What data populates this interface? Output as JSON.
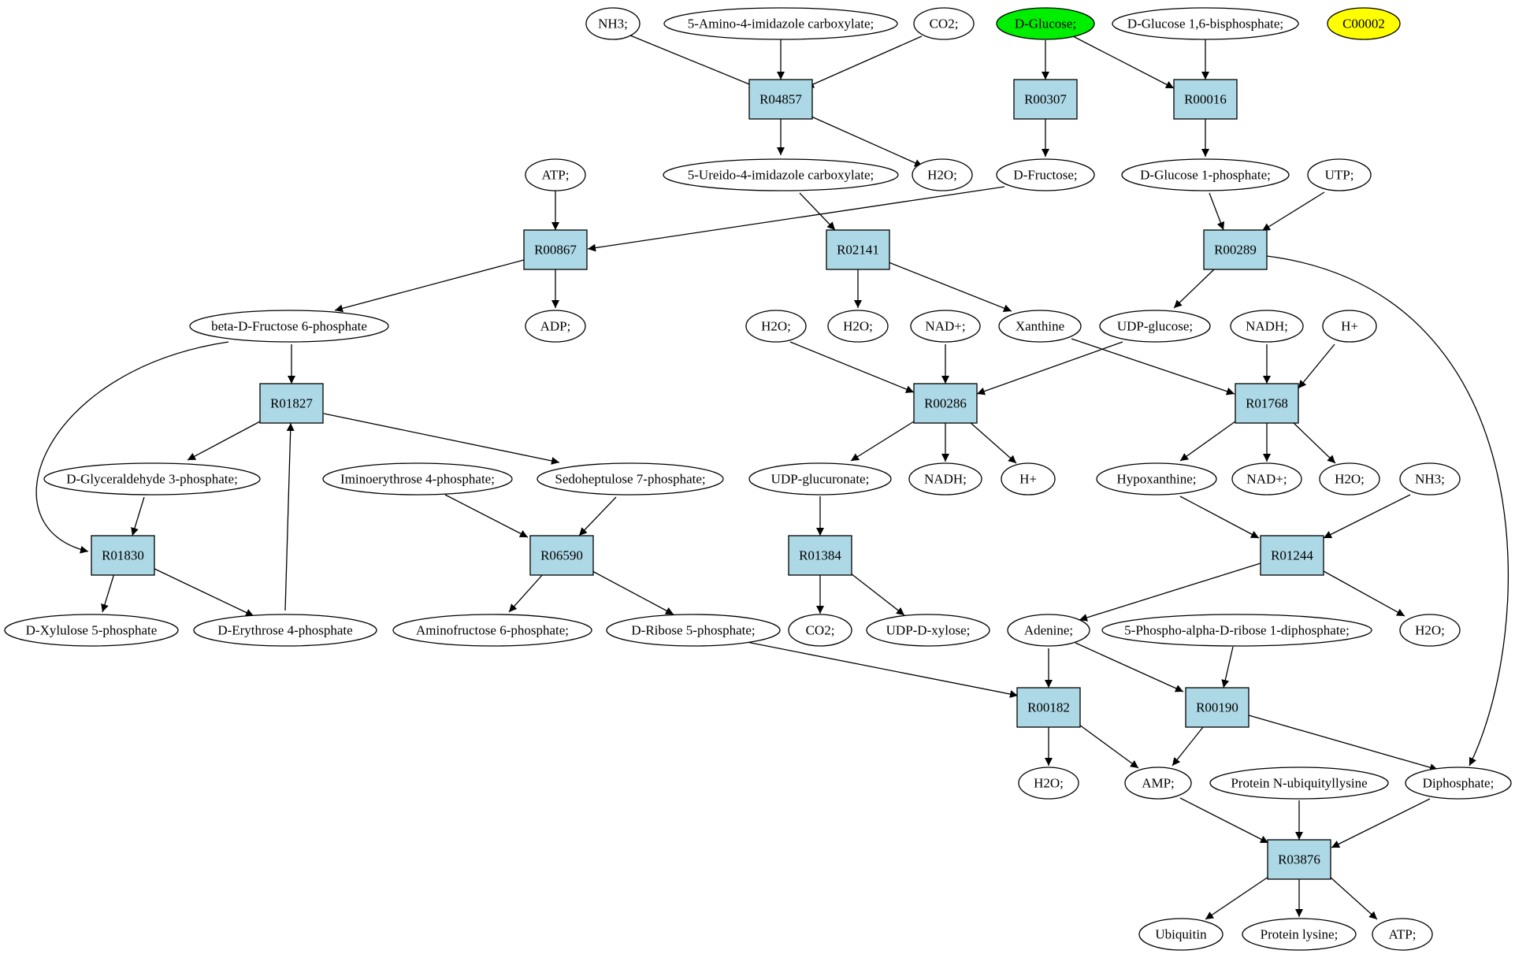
{
  "colors": {
    "compound_fill": "#ffffff",
    "reaction_fill": "#add8e6",
    "highlight_green": "#00ee00",
    "highlight_yellow": "#ffff00",
    "stroke": "#000000"
  },
  "compounds": {
    "nh3_a": "NH3;",
    "aicarb": "5-Amino-4-imidazole carboxylate;",
    "co2_a": "CO2;",
    "dglucose": "D-Glucose;",
    "dg16bp": "D-Glucose 1,6-bisphosphate;",
    "c00002": "C00002",
    "ureido": "5-Ureido-4-imidazole carboxylate;",
    "h2o_a": "H2O;",
    "dfructose": "D-Fructose;",
    "dg1p": "D-Glucose 1-phosphate;",
    "utp": "UTP;",
    "atp_a": "ATP;",
    "bf6p": "beta-D-Fructose 6-phosphate",
    "adp": "ADP;",
    "h2o_b": "H2O;",
    "h2o_c": "H2O;",
    "nadp_a": "NAD+;",
    "xanthine": "Xanthine",
    "udpglc": "UDP-glucose;",
    "nadh_a": "NADH;",
    "hplus_a": "H+",
    "g3p": "D-Glyceraldehyde 3-phosphate;",
    "ie4p": "Iminoerythrose 4-phosphate;",
    "s7p": "Sedoheptulose 7-phosphate;",
    "udpgluc": "UDP-glucuronate;",
    "nadh_b": "NADH;",
    "hplus_b": "H+",
    "hypox": "Hypoxanthine;",
    "nadp_b": "NAD+;",
    "h2o_d": "H2O;",
    "nh3_b": "NH3;",
    "x5p": "D-Xylulose 5-phosphate",
    "e4p": "D-Erythrose 4-phosphate",
    "af6p": "Aminofructose 6-phosphate;",
    "r5p": "D-Ribose 5-phosphate;",
    "co2_b": "CO2;",
    "udpxyl": "UDP-D-xylose;",
    "adenine": "Adenine;",
    "prpp": "5-Phospho-alpha-D-ribose 1-diphosphate;",
    "h2o_e": "H2O;",
    "h2o_f": "H2O;",
    "amp": "AMP;",
    "pnub": "Protein N-ubiquityllysine",
    "diphos": "Diphosphate;",
    "ubiquitin": "Ubiquitin",
    "plys": "Protein lysine;",
    "atp_b": "ATP;"
  },
  "reactions": {
    "R04857": "R04857",
    "R00307": "R00307",
    "R00016": "R00016",
    "R00867": "R00867",
    "R02141": "R02141",
    "R00289": "R00289",
    "R01827": "R01827",
    "R00286": "R00286",
    "R01768": "R01768",
    "R01830": "R01830",
    "R06590": "R06590",
    "R01384": "R01384",
    "R01244": "R01244",
    "R00182": "R00182",
    "R00190": "R00190",
    "R03876": "R03876"
  }
}
